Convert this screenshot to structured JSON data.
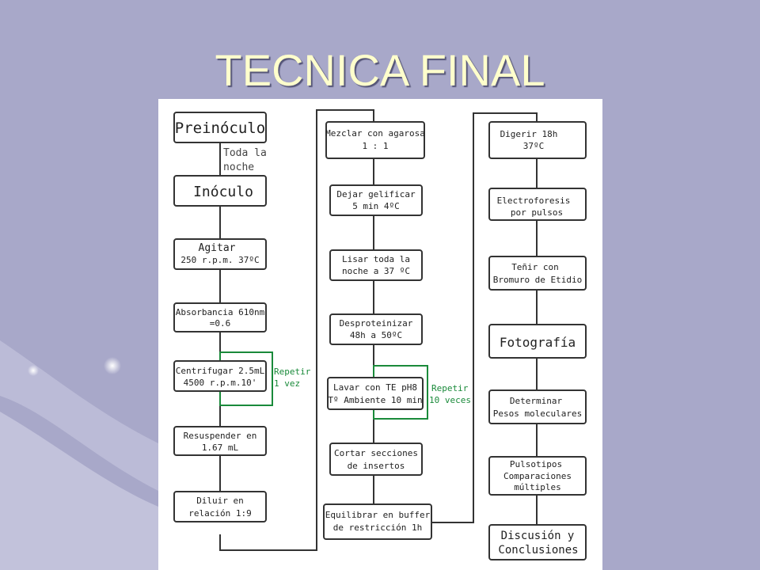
{
  "title": "TECNICA FINAL",
  "column1": {
    "preinoculo": "Preinóculo",
    "toda_la_1": "Toda la",
    "toda_la_2": "noche",
    "inoculo": "Inóculo",
    "agitar_1": "Agitar",
    "agitar_2": "250 r.p.m. 37ºC",
    "absorbancia_1": "Absorbancia 610nm",
    "absorbancia_2": "=0.6",
    "centrifugar_1": "Centrifugar 2.5mL",
    "centrifugar_2": "4500 r.p.m.10'",
    "repetir_1": "Repetir",
    "repetir_2": "1 vez",
    "resuspender_1": "Resuspender en",
    "resuspender_2": "1.67 mL",
    "diluir_1": "Diluir en",
    "diluir_2": "relación 1:9"
  },
  "column2": {
    "mezclar_1": "Mezclar con agarosa",
    "mezclar_2": "1 : 1",
    "gelificar_1": "Dejar gelificar",
    "gelificar_2": "5 min 4ºC",
    "lisar_1": "Lisar toda la",
    "lisar_2": "noche a 37 ºC",
    "desprot_1": "Desproteinizar",
    "desprot_2": "48h a 50ºC",
    "lavar_1": "Lavar con TE pH8",
    "lavar_2": "Tº Ambiente 10 min",
    "repetir_1": "Repetir",
    "repetir_2": "10 veces",
    "cortar_1": "Cortar secciones",
    "cortar_2": "de insertos",
    "equilibrar_1": "Equilibrar en buffer",
    "equilibrar_2": "de restricción 1h"
  },
  "column3": {
    "digerir_1": "Digerir 18h",
    "digerir_2": "37ºC",
    "electro_1": "Electroforesis",
    "electro_2": "por pulsos",
    "tenir_1": "Teñir   con",
    "tenir_2": "Bromuro de Etidio",
    "fotografia": "Fotografía",
    "determinar_1": "Determinar",
    "determinar_2": "Pesos moleculares",
    "pulsotipos_1": "Pulsotipos",
    "pulsotipos_2": "Comparaciones",
    "pulsotipos_3": "múltiples",
    "discusion_1": "Discusión y",
    "discusion_2": "Conclusiones"
  },
  "colors": {
    "background": "#a8a8c9",
    "title": "#ffffcc",
    "repeat_loop": "#1a8a3a",
    "box_stroke": "#333333"
  }
}
